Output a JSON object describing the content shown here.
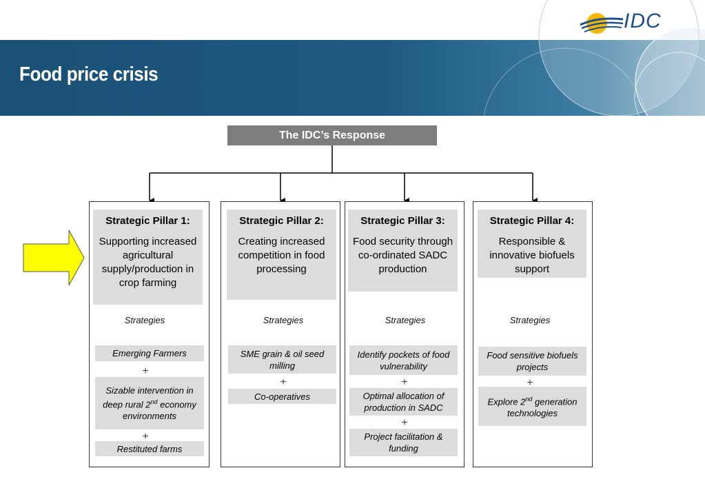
{
  "header": {
    "title": "Food price crisis",
    "logo_text": "IDC"
  },
  "response_label": "The IDC’s Response",
  "strategies_label": "Strategies",
  "plus_sign": "+",
  "pillars": [
    {
      "title": "Strategic Pillar 1:",
      "description": "Supporting increased agricultural supply/production in crop farming",
      "strategies": [
        "Emerging Farmers",
        "Sizable intervention in deep rural 2",
        "Restituted farms"
      ],
      "strategy2_sup": "nd",
      "strategy2_tail": "economy environments"
    },
    {
      "title": "Strategic Pillar 2:",
      "description": "Creating increased competition in food processing",
      "strategies": [
        "SME grain & oil seed milling",
        "Co-operatives"
      ]
    },
    {
      "title": "Strategic Pillar 3:",
      "description": "Food security through co-ordinated SADC production",
      "strategies": [
        "Identify pockets of food vulnerability",
        "Optimal allocation of production in SADC",
        "Project facilitation & funding"
      ]
    },
    {
      "title": "Strategic Pillar 4:",
      "description": "Responsible & innovative biofuels support",
      "strategies": [
        "Food sensitive biofuels projects",
        "Explore 2"
      ],
      "strategy2_sup": "nd",
      "strategy2_tail": "generation technologies"
    }
  ],
  "colors": {
    "banner": "#1b4f75",
    "response_box": "#7d7d7d",
    "pillar_fill": "#dcdcdc",
    "arrow": "#ffff00"
  }
}
